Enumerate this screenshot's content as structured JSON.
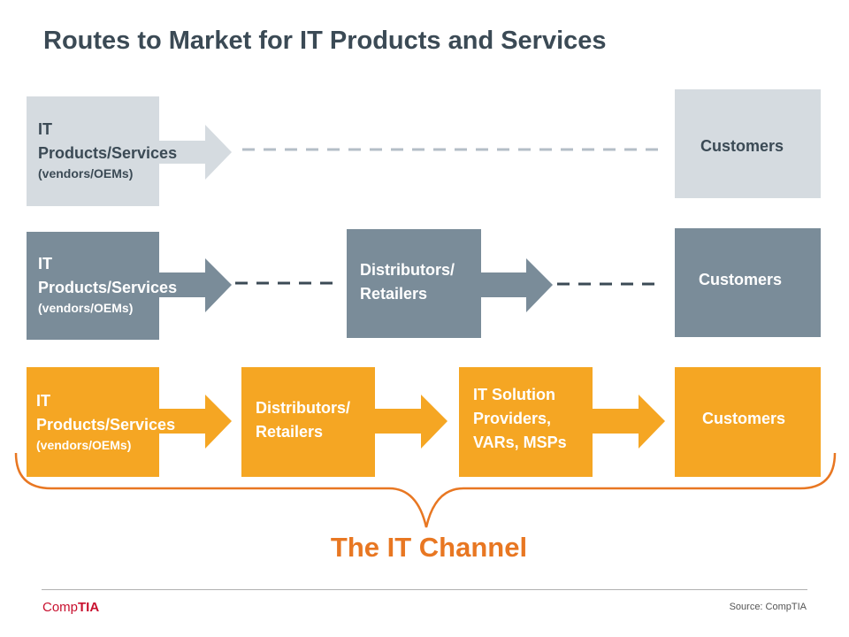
{
  "title": "Routes to Market for IT Products and Services",
  "colors": {
    "row1_box": "#d5dbe0",
    "row1_text": "#3b4a55",
    "row2_box": "#7a8c99",
    "row2_text": "#ffffff",
    "row3_box": "#f5a623",
    "row3_text": "#ffffff",
    "channel_accent": "#e87722",
    "title_text": "#3b4a55"
  },
  "rows": [
    {
      "source": {
        "main": "IT Products/Services",
        "sub": "(vendors/OEMs)"
      },
      "customers": "Customers"
    },
    {
      "source": {
        "main": "IT Products/Services",
        "sub": "(vendors/OEMs)"
      },
      "distributors": "Distributors/ Retailers",
      "customers": "Customers"
    },
    {
      "source": {
        "main": "IT Products/Services",
        "sub": "(vendors/OEMs)"
      },
      "distributors": "Distributors/ Retailers",
      "solution_providers": "IT Solution Providers, VARs, MSPs",
      "customers": "Customers"
    }
  ],
  "channel_label": "The IT Channel",
  "footer": {
    "logo_part1": "Comp",
    "logo_part2": "TIA",
    "source": "Source: CompTIA"
  }
}
